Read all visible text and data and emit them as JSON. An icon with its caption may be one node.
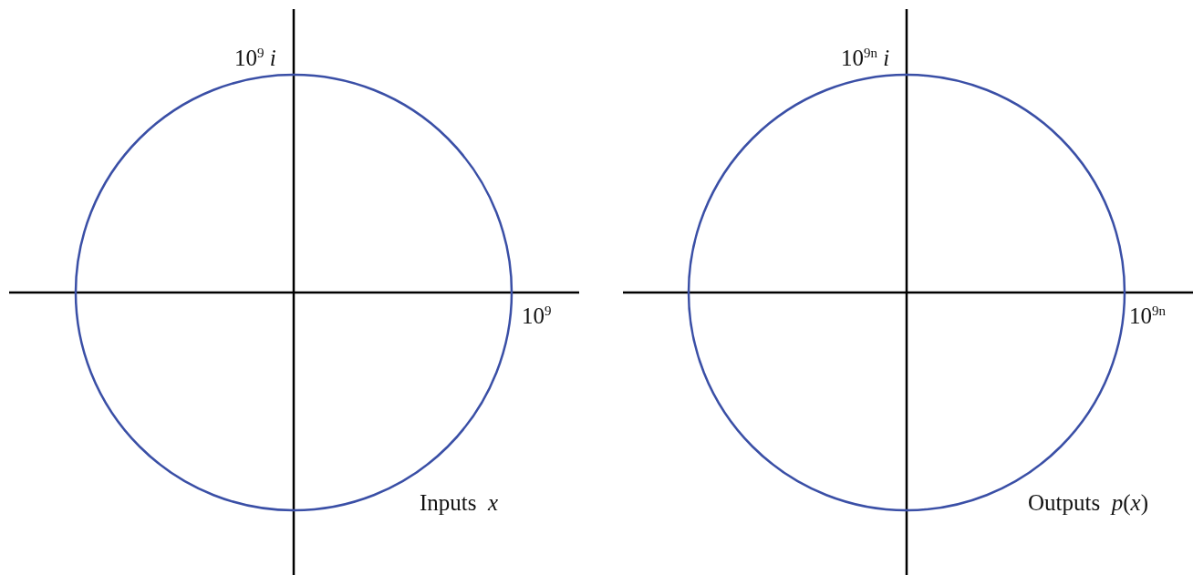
{
  "diagram": {
    "labels": [
      "10$^{9}$ *i*",
      "10$^{9n}$ *i*",
      "10$^{9}$",
      "10$^{9n}$",
      "Inputs  *x*",
      "Outputs  *p*(*x*)"
    ]
  }
}
